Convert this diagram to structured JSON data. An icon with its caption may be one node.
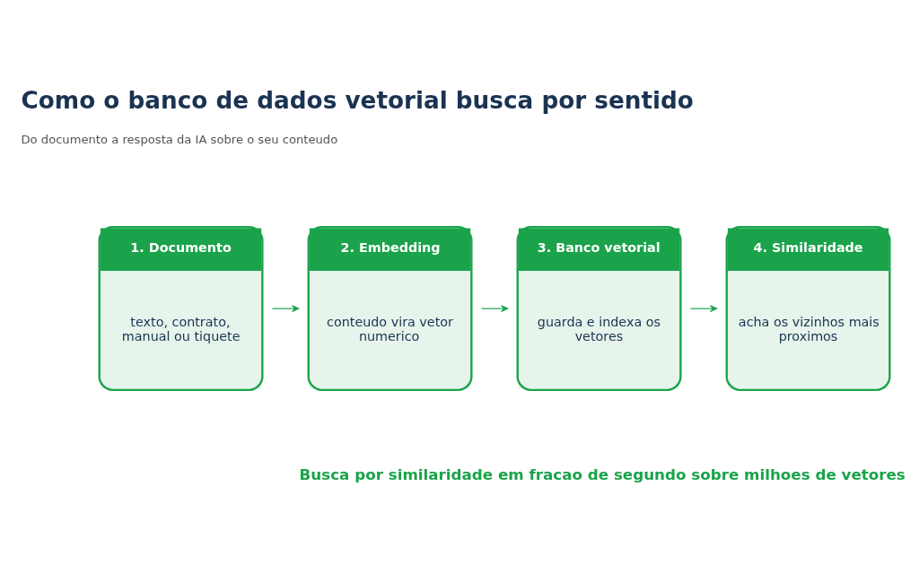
{
  "diagram": {
    "title": "Como o banco de dados vetorial busca por sentido",
    "caption": "Busca por similaridade em fracao de segundo sobre milhoes de vetores",
    "nodes": [
      {
        "text": [
          "1. Documento",
          "texto, contrato, manual ou tiquete"
        ]
      },
      {
        "text": [
          "2. Embedding",
          "conteudo vira vetor numerico"
        ]
      },
      {
        "text": [
          "3. Banco vetorial",
          "guarda e indexa os vetores"
        ]
      },
      {
        "text": [
          "4. Similaridade",
          "acha os vizinhos mais proximos"
        ]
      }
    ],
    "edges": [
      {
        "from": 0,
        "to": 1,
        "arrow": "to"
      },
      {
        "from": 1,
        "to": 2,
        "arrow": "to"
      },
      {
        "from": 2,
        "to": 3,
        "arrow": "to"
      }
    ],
    "labels": [
      "Do documento a resposta da IA sobre o seu conteudo"
    ]
  }
}
